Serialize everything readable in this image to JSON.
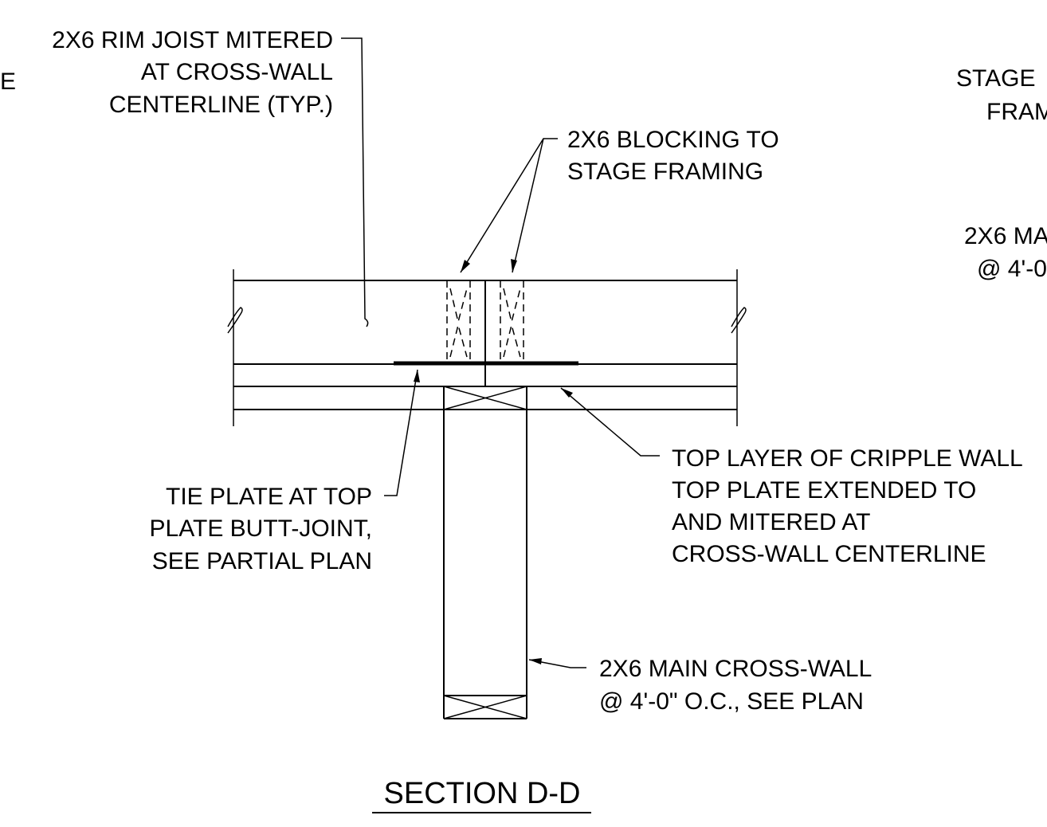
{
  "colors": {
    "line": "#000000",
    "background": "#ffffff"
  },
  "notes": {
    "rim_joist": [
      "2X6 RIM JOIST MITERED",
      "AT CROSS-WALL",
      "CENTERLINE (TYP.)"
    ],
    "blocking": [
      "2X6 BLOCKING TO",
      "STAGE FRAMING"
    ],
    "tie_plate": [
      "TIE PLATE AT TOP",
      "PLATE BUTT-JOINT,",
      "SEE PARTIAL PLAN"
    ],
    "top_layer": [
      "TOP LAYER OF CRIPPLE WALL",
      "TOP PLATE EXTENDED TO",
      "AND MITERED AT",
      "CROSS-WALL CENTERLINE"
    ],
    "main_cross_wall": [
      "2X6 MAIN CROSS-WALL",
      "@ 4'-0\" O.C., SEE PLAN"
    ]
  },
  "cutoff": {
    "left": [
      "E"
    ],
    "right_top": [
      "STAGE",
      "FRAM"
    ],
    "right_mid": [
      "2X6 MA",
      "@ 4'-0"
    ]
  },
  "section_title": "SECTION D-D"
}
